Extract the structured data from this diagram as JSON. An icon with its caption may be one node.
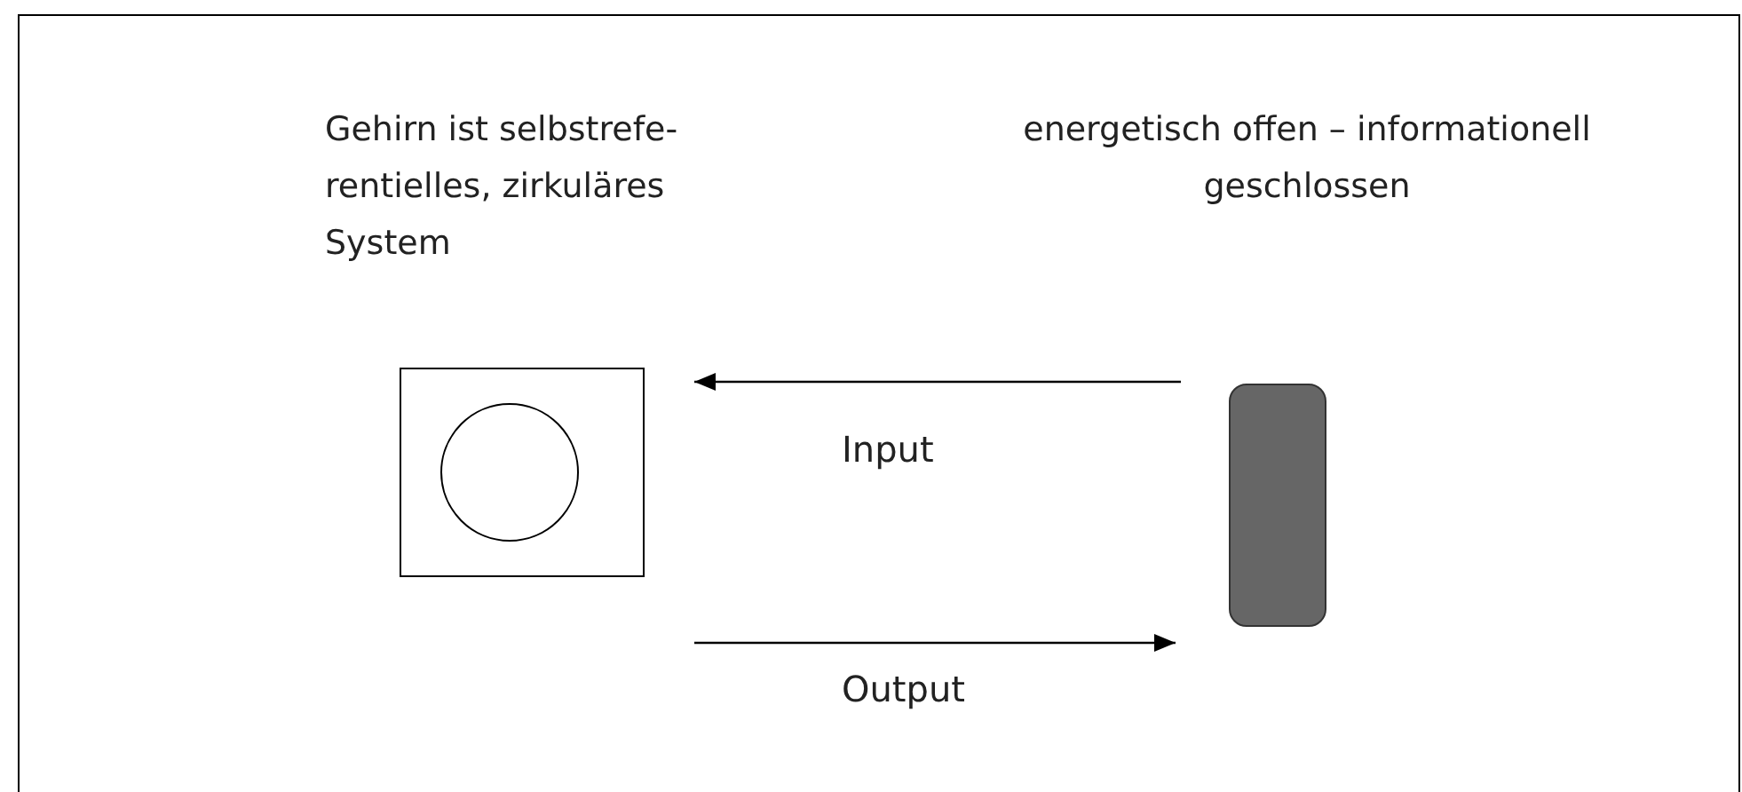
{
  "diagram": {
    "nodes": [
      {
        "text": [],
        "shape": "box"
      },
      {
        "text": [],
        "shape": "circle",
        "in": 0
      },
      {
        "text": [],
        "shape": "bar"
      }
    ],
    "edges": [
      {
        "from": 2,
        "to": 0,
        "arrow": "to",
        "label": "Input"
      },
      {
        "from": 0,
        "to": 2,
        "arrow": "to",
        "label": "Output"
      }
    ],
    "labels": [
      "Gehirn ist selbstrefe- rentielles, zirkuläres System",
      "energetisch offen – informationell geschlossen"
    ]
  }
}
